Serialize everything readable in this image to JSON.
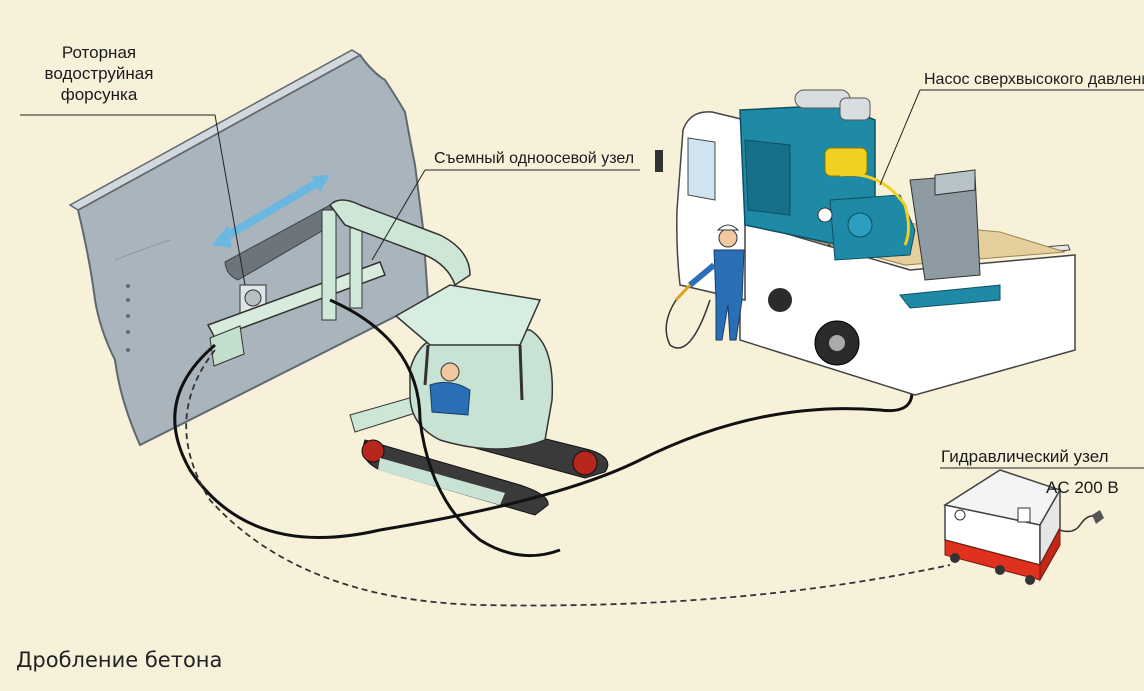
{
  "labels": {
    "rotary_nozzle": [
      "Роторная",
      "водоструйная",
      "форсунка"
    ],
    "uniaxial_unit": "Съемный одноосевой узел",
    "hp_pump": "Насос сверхвысокого давлени",
    "hydraulic_unit": "Гидравлический узел",
    "power": "AC 200 В"
  },
  "caption": "Дробление бетона",
  "colors": {
    "background": "#f7f1d9",
    "wall": "#a9b4bc",
    "excavator": "#c8e3d4",
    "pump_unit": "#1e8aa6",
    "hydraulic_base": "#e0301e",
    "arrow": "#6ab8e0"
  },
  "icons": [
    "concrete-wall",
    "rotary-nozzle",
    "mini-excavator",
    "operator",
    "truck",
    "hp-pump",
    "worker-with-lance",
    "hydraulic-unit",
    "power-plug"
  ]
}
